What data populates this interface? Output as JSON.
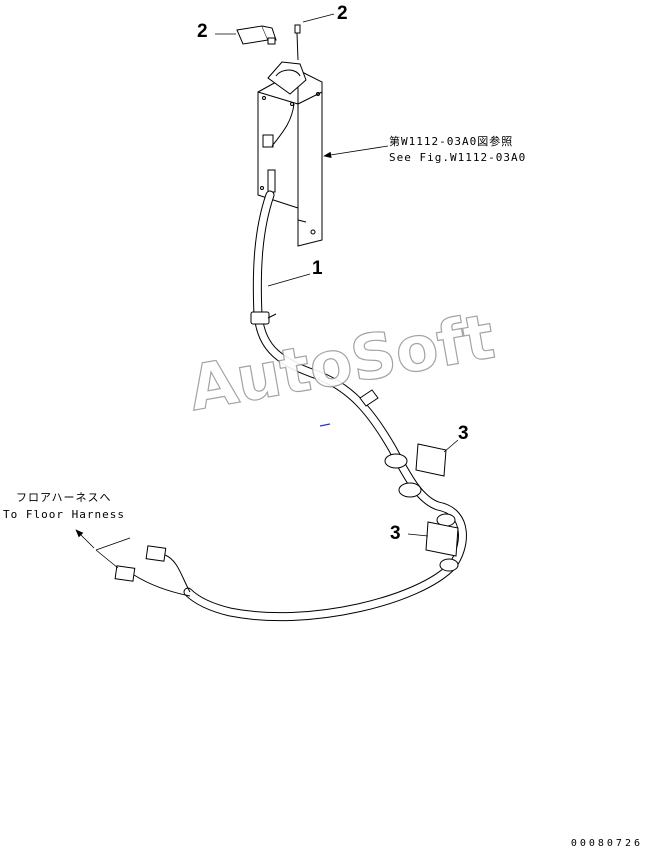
{
  "callouts": {
    "part_1": "1",
    "part_2_left": "2",
    "part_2_right": "2",
    "part_3_upper": "3",
    "part_3_lower": "3"
  },
  "notes": {
    "see_fig_jp": "第W1112-03A0図参照",
    "see_fig_en": "See Fig.W1112-03A0",
    "floor_harness_jp": "フロアハーネスへ",
    "floor_harness_en": "To Floor Harness"
  },
  "watermark": "AutoSoft",
  "drawing_number": "00080726"
}
